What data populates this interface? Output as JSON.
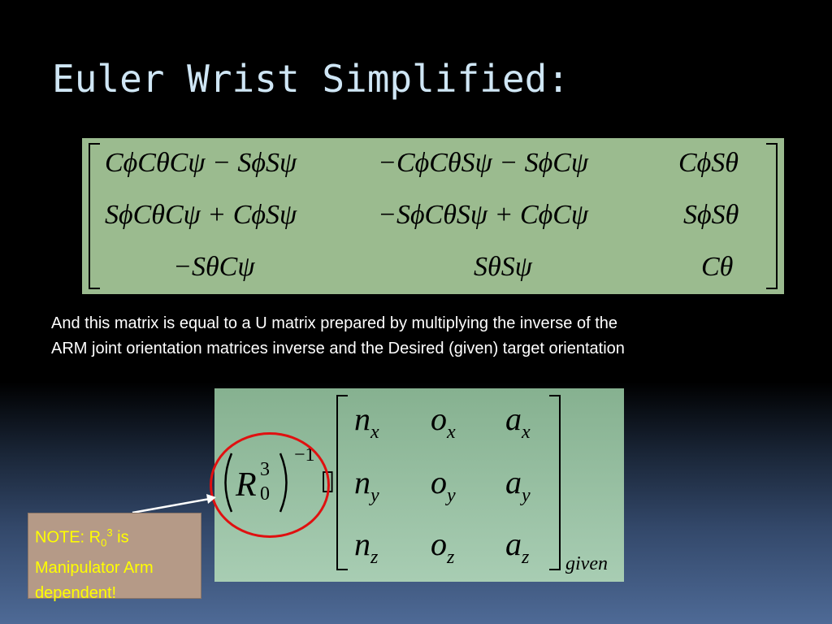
{
  "slide": {
    "title": "Euler Wrist Simplified:"
  },
  "matrix": {
    "rows": [
      [
        "CϕCθCψ − SϕSψ",
        "−CϕCθSψ − SϕCψ",
        "CϕSθ"
      ],
      [
        "SϕCθCψ + CϕSψ",
        "−SϕCθSψ + CϕCψ",
        "SϕSθ"
      ],
      [
        "−SθCψ",
        "SθSψ",
        "Cθ"
      ]
    ]
  },
  "description": {
    "line1": "And this matrix is equal to a U matrix prepared by multiplying the inverse of the",
    "line2": "ARM joint orientation matrices inverse and the Desired (given) target orientation"
  },
  "u_matrix": {
    "r_base": "R",
    "r_sup": "3",
    "r_sub": "0",
    "inverse_exp": "−1",
    "operator_glyph": "▯",
    "cells": [
      [
        {
          "base": "n",
          "sub": "x"
        },
        {
          "base": "o",
          "sub": "x"
        },
        {
          "base": "a",
          "sub": "x"
        }
      ],
      [
        {
          "base": "n",
          "sub": "y"
        },
        {
          "base": "o",
          "sub": "y"
        },
        {
          "base": "a",
          "sub": "y"
        }
      ],
      [
        {
          "base": "n",
          "sub": "z"
        },
        {
          "base": "o",
          "sub": "z"
        },
        {
          "base": "a",
          "sub": "z"
        }
      ]
    ],
    "given_label": "given"
  },
  "note": {
    "prefix": "NOTE: R",
    "sub": "0",
    "sup": "3",
    "suffix": " is",
    "line2": "Manipulator Arm",
    "line3": "dependent!"
  },
  "colors": {
    "title": "#cfe6f5",
    "matrix_bg": "#9bbb8f",
    "u_matrix_bg": "#a8cdb3",
    "oval": "#e01010",
    "note_bg": "#b59a87",
    "note_text": "#ffff00"
  }
}
